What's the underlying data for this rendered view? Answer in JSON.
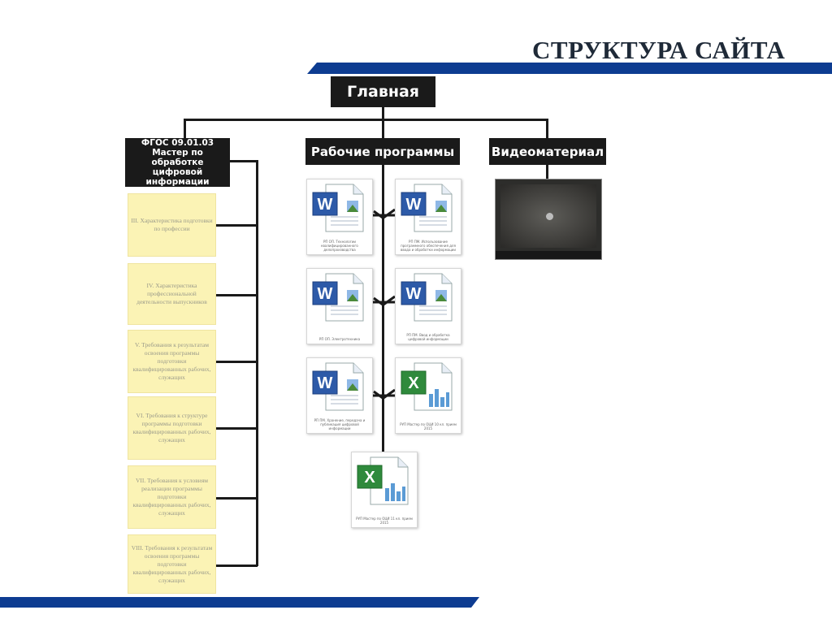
{
  "slide": {
    "title": "СТРУКТУРА САЙТА"
  },
  "colors": {
    "band": "#0d3c91",
    "node": "#1a1a1a",
    "sticky": "#fbf3b5"
  },
  "diagram": {
    "root": "Главная",
    "branches": {
      "fgos": "ФГОС 09.01.03 Мастер по обработке цифровой информации",
      "programs": "Рабочие программы",
      "video": "Видеоматериал"
    },
    "fgos_items": [
      "III. Характеристика подготовки по профессии",
      "IV. Характеристика профессиональной деятельности выпускников",
      "V. Требования к результатам освоения программы подготовки квалифицированных рабочих, служащих",
      "VI. Требования к структуре программы подготовки квалифицированных рабочих, служащих",
      "VII. Требования к условиям реализации программы подготовки квалифицированных рабочих, служащих",
      "VIII. Требования к результатам освоения программы подготовки квалифицированных рабочих, служащих"
    ],
    "program_files": [
      {
        "icon": "word-document-icon",
        "caption": "РП ОП. Технологии квалифицированного делопроизводства"
      },
      {
        "icon": "word-document-icon",
        "caption": "РП ПМ. Использование программного обеспечения для ввода и обработки информации"
      },
      {
        "icon": "word-document-icon",
        "caption": "РП ОП. Электротехника"
      },
      {
        "icon": "word-document-icon",
        "caption": "РП ПМ. Ввод и обработка цифровой информации"
      },
      {
        "icon": "word-document-icon",
        "caption": "РП ПМ. Хранение, передача и публикация цифровой информации"
      },
      {
        "icon": "excel-document-icon",
        "caption": "РУП Мастер по ОЦИ 10 кл. прием 2015"
      },
      {
        "icon": "excel-document-icon",
        "caption": "РУП Мастер по ОЦИ 11 кл. прием 2015"
      }
    ],
    "video_icon": "video-player-icon"
  }
}
